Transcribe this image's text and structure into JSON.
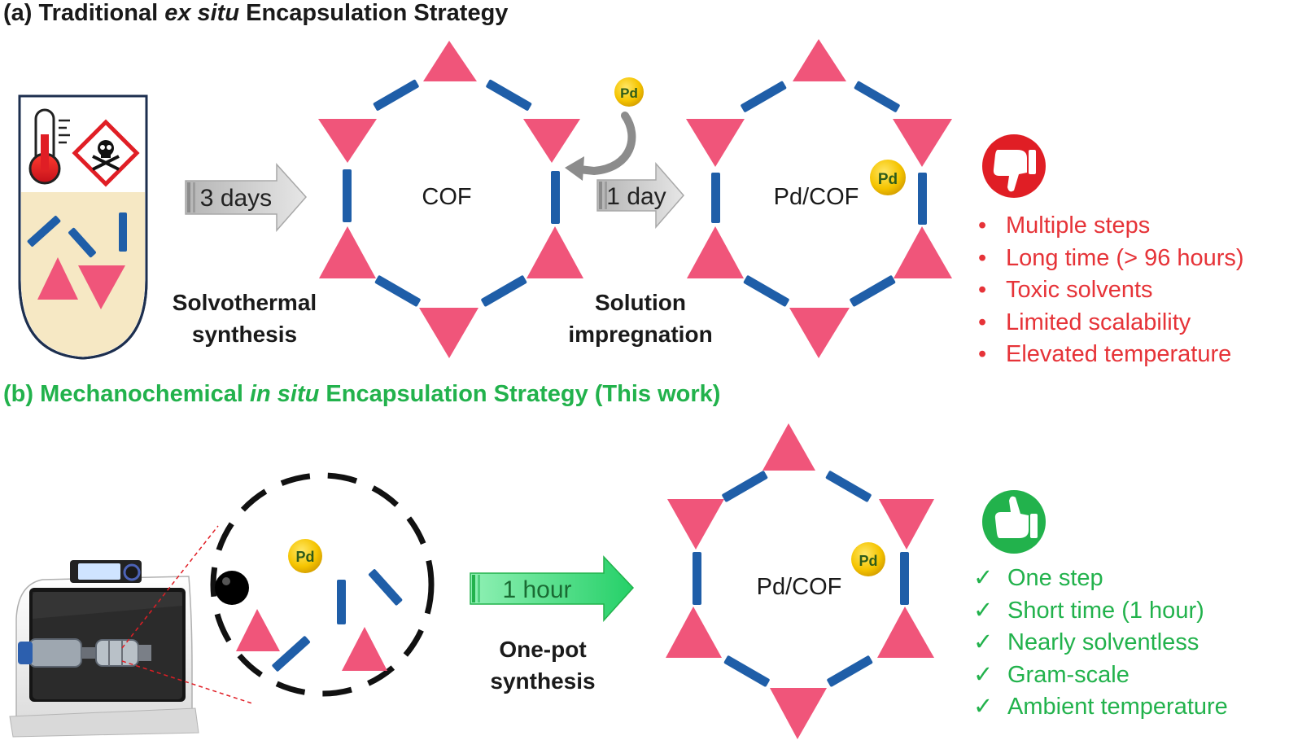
{
  "panel_a": {
    "heading_prefix": "(a) Traditional ",
    "heading_italic": "ex situ",
    "heading_suffix": " Encapsulation Strategy",
    "arrow1_label": "3 days",
    "step1_line1": "Solvothermal",
    "step1_line2": "synthesis",
    "framework1_label": "COF",
    "pd_particle_label": "Pd",
    "arrow2_label": "1 day",
    "step2_line1": "Solution",
    "step2_line2": "impregnation",
    "framework2_label": "Pd/COF",
    "framework2_pd_label": "Pd",
    "verdict_icon": "thumbs-down-icon",
    "cons": [
      "Multiple steps",
      "Long time (> 96 hours)",
      "Toxic solvents",
      "Limited scalability",
      "Elevated temperature"
    ],
    "bullet": "•"
  },
  "panel_b": {
    "heading_prefix": "(b) Mechanochemical ",
    "heading_italic": "in situ",
    "heading_suffix": " Encapsulation Strategy (This work)",
    "jar_pd_label": "Pd",
    "arrow_label": "1 hour",
    "step_line1": "One-pot",
    "step_line2": "synthesis",
    "framework_label": "Pd/COF",
    "framework_pd_label": "Pd",
    "verdict_icon": "thumbs-up-icon",
    "pros": [
      "One step",
      "Short time (1 hour)",
      "Nearly solventless",
      "Gram-scale",
      "Ambient temperature"
    ],
    "check": "✓"
  },
  "colors": {
    "triangle": "#f0557a",
    "linker": "#1f5ea8",
    "pd": "#f5c400",
    "cons_red": "#e63338",
    "pros_green": "#22b24c",
    "arrow_gray": "#cfcfcf",
    "arrow_green": "#2ccf6a"
  }
}
